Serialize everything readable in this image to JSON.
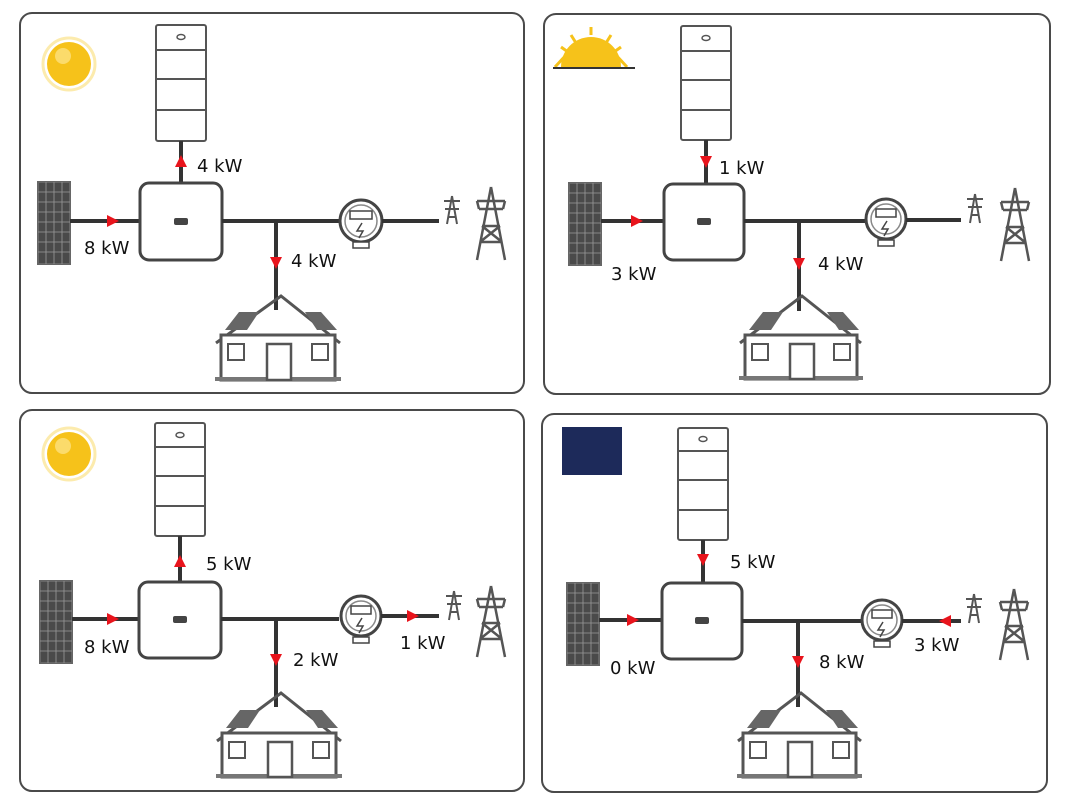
{
  "colors": {
    "line": "#333333",
    "arrow": "#e8141c",
    "frame": "#4a4a4a",
    "device_stroke": "#555555",
    "sun": "#f6c21a",
    "night_bg": "#1d2a5a"
  },
  "panels": [
    {
      "condition_icon": "sun-icon",
      "labels": {
        "battery": "4 kW",
        "pv": "8 kW",
        "load": "4 kW"
      },
      "flows": {
        "battery": "charging",
        "pv": "to-inverter",
        "load": "to-house",
        "grid": "none"
      }
    },
    {
      "condition_icon": "sunrise-icon",
      "labels": {
        "battery": "1 kW",
        "pv": "3 kW",
        "load": "4 kW"
      },
      "flows": {
        "battery": "discharging",
        "pv": "to-inverter",
        "load": "to-house",
        "grid": "none"
      }
    },
    {
      "condition_icon": "sun-icon",
      "labels": {
        "battery": "5 kW",
        "pv": "8 kW",
        "load": "2 kW",
        "grid": "1 kW"
      },
      "flows": {
        "battery": "charging",
        "pv": "to-inverter",
        "load": "to-house",
        "grid": "export"
      }
    },
    {
      "condition_icon": "moon-icon",
      "labels": {
        "battery": "5 kW",
        "pv": "0 kW",
        "load": "8 kW",
        "grid": "3 kW"
      },
      "flows": {
        "battery": "discharging",
        "pv": "to-inverter",
        "load": "to-house",
        "grid": "import"
      }
    }
  ]
}
